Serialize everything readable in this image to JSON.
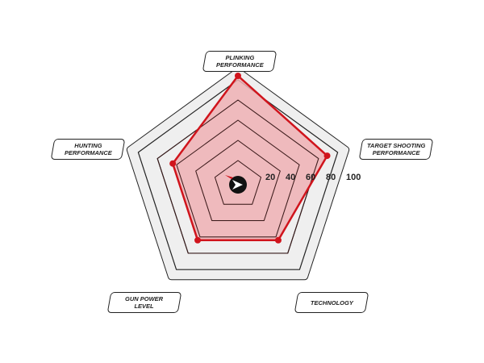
{
  "chart_data": {
    "type": "radar",
    "title": "",
    "axes": [
      "PLINKING\nPERFORMANCE",
      "TARGET SHOOTING\nPERFORMANCE",
      "TECHNOLOGY",
      "GUN POWER\nLEVEL",
      "HUNTING\nPERFORMANCE"
    ],
    "values": [
      100,
      85,
      60,
      60,
      60
    ],
    "ticks": [
      "20",
      "40",
      "60",
      "80",
      "100"
    ],
    "tick_values": [
      20,
      40,
      60,
      80,
      100
    ],
    "range": [
      0,
      100
    ],
    "colors": {
      "series": "#d0141c",
      "fill": "#eeb0b4",
      "outer": "#efefef"
    }
  }
}
